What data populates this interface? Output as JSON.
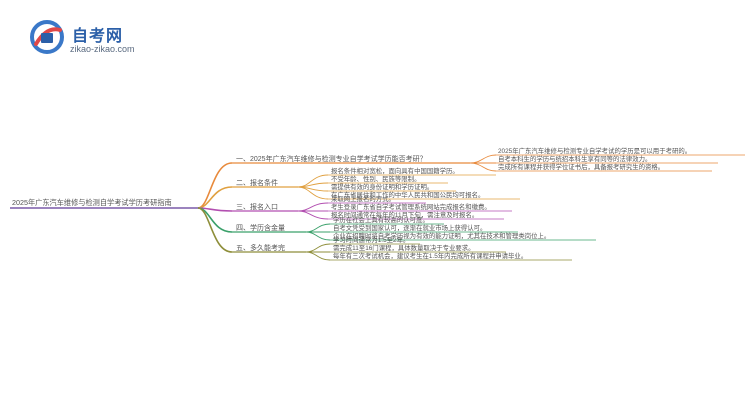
{
  "brand": {
    "title": "自考网",
    "subtitle": "zikao-zikao.com"
  },
  "colors": {
    "branch1": "#e88a3c",
    "branch2": "#e0a040",
    "branch3": "#b24fb0",
    "branch4": "#3aa06a",
    "branch5": "#8e8e3a",
    "root_underline": "#7a5aa8",
    "text": "#555555"
  },
  "root": "2025年广东汽车维修与检测自学考试学历考研指南",
  "branches": [
    {
      "label": "一、2025年广东汽车维修与检测专业自学考试学历能否考研？",
      "leaves": [
        "2025年广东汽车维修与检测专业自学考试的学历是可以用于考研的。",
        "自考本科生的学历与统招本科生享有同等的法律效力。",
        "完成所有课程并获得学位证书后，具备报考研究生的资格。"
      ]
    },
    {
      "label": "二、报名条件",
      "leaves": [
        "报名条件相对宽松，面向具有中国国籍学历。",
        "不受年龄、性别、民族等限制。",
        "需提供有效的身份证明和学历证明。",
        "在广东省居住和工作的中华人民共和国公民均可报名。"
      ]
    },
    {
      "label": "三、报名入口",
      "leaves": [
        "采取网上报名的方式。",
        "考生登录广东省自学考试管理系统网站完成报名和缴费。",
        "报名时间通常在每年的11月下旬，需注意及时报名。"
      ]
    },
    {
      "label": "四、学历含金量",
      "leaves": [
        "学历在社会上具有较高的认可度。",
        "自考文凭受到国家认可，逐渐在就业市场上获得认可。",
        "企业在招聘时将自考学历视为有效的能力证明，尤其在技术和管理类岗位上。"
      ]
    },
    {
      "label": "五、多久能考完",
      "leaves": [
        "学习时间通常为1.5至2年。",
        "需完成11至16门课程，具体数量取决于专业要求。",
        "每年有三次考试机会，建议考生在1.5年内完成所有课程并申请毕业。"
      ]
    }
  ]
}
